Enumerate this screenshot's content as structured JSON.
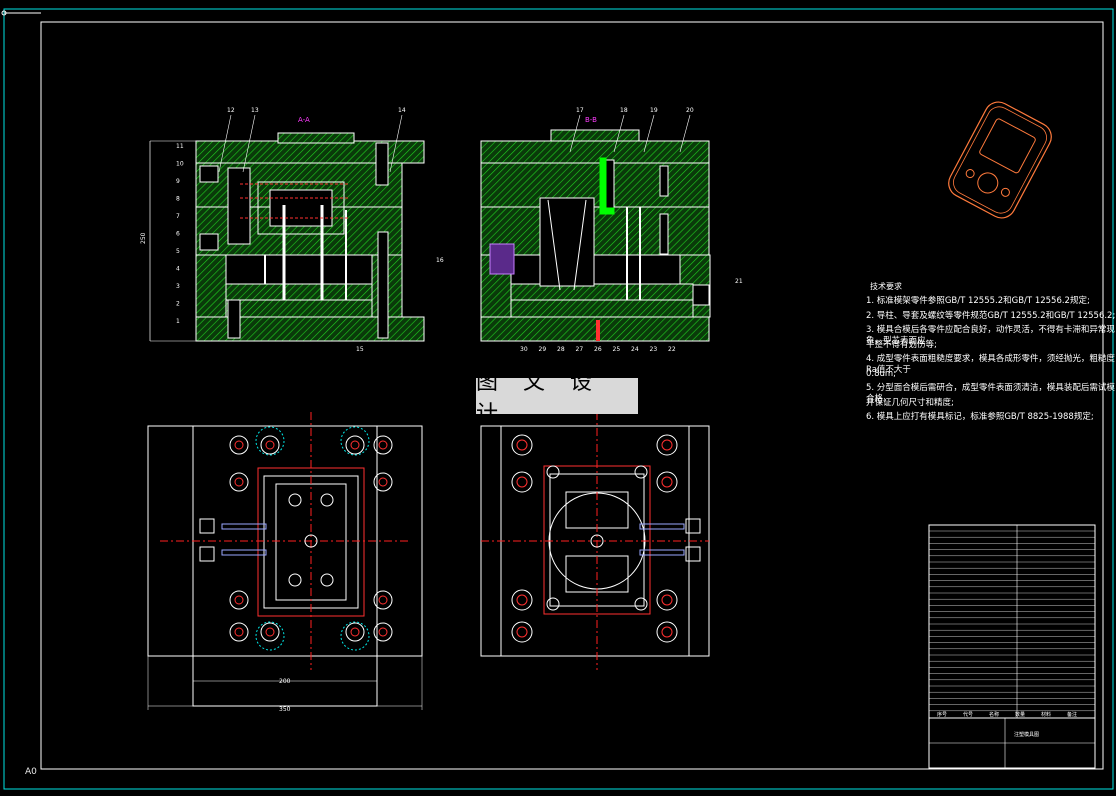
{
  "drawing": {
    "section_labels": {
      "section_a": "A-A",
      "section_b": "B-B"
    },
    "watermark": "图 文 设 计",
    "corner_label": "A0"
  },
  "notes": {
    "title": "技术要求",
    "items": [
      "1. 标准模架零件参照GB/T 12555.2和GB/T 12556.2规定;",
      "2. 导柱、导套及螺纹等零件规范GB/T 12555.2和GB/T 12556.2;",
      "3. 模具合模后各零件应配合良好，动作灵活，不得有卡滞和异常现象，型芯表面应",
      "   平整不得有划伤等;",
      "4. 成型零件表面粗糙度要求，模具各成形零件，须经抛光，粗糙度Ra值不大于",
      "   0.8um;",
      "5. 分型面合模后需研合，成型零件表面须清洁，模具装配后需试模合格，",
      "   并保证几何尺寸和精度;",
      "6. 模具上应打有模具标记，标准参照GB/T 8825-1988规定;"
    ]
  },
  "dimensions": {
    "left_width": "200",
    "left_overall": "350",
    "left_height": "250"
  },
  "part_numbers": {
    "left_top": [
      "12",
      "13",
      "14"
    ],
    "left_side": [
      "11",
      "10",
      "9",
      "8",
      "7",
      "6",
      "5",
      "4",
      "3",
      "2",
      "1"
    ],
    "left_bottom": [
      "15"
    ],
    "left_right": [
      "16"
    ],
    "right_top": [
      "17",
      "18",
      "19",
      "20"
    ],
    "right_bottom": [
      "30",
      "29",
      "28",
      "27",
      "26",
      "25",
      "24",
      "23",
      "22"
    ],
    "right_side": [
      "21"
    ]
  },
  "title_block": {
    "drawing_name": "注塑模具图",
    "header_cells": [
      "序号",
      "代号",
      "名称",
      "数量",
      "材料",
      "备注"
    ]
  },
  "colors": {
    "background": "#000000",
    "frame": "#00e5e5",
    "section_hatch": "#1fd21f",
    "line_white": "#ffffff",
    "centerline": "#ff2020",
    "dimension": "#e00000",
    "label": "#ff3cff",
    "water": "#9aa7ff",
    "highlight": "#00ff00",
    "product": "#ff7a3c"
  }
}
